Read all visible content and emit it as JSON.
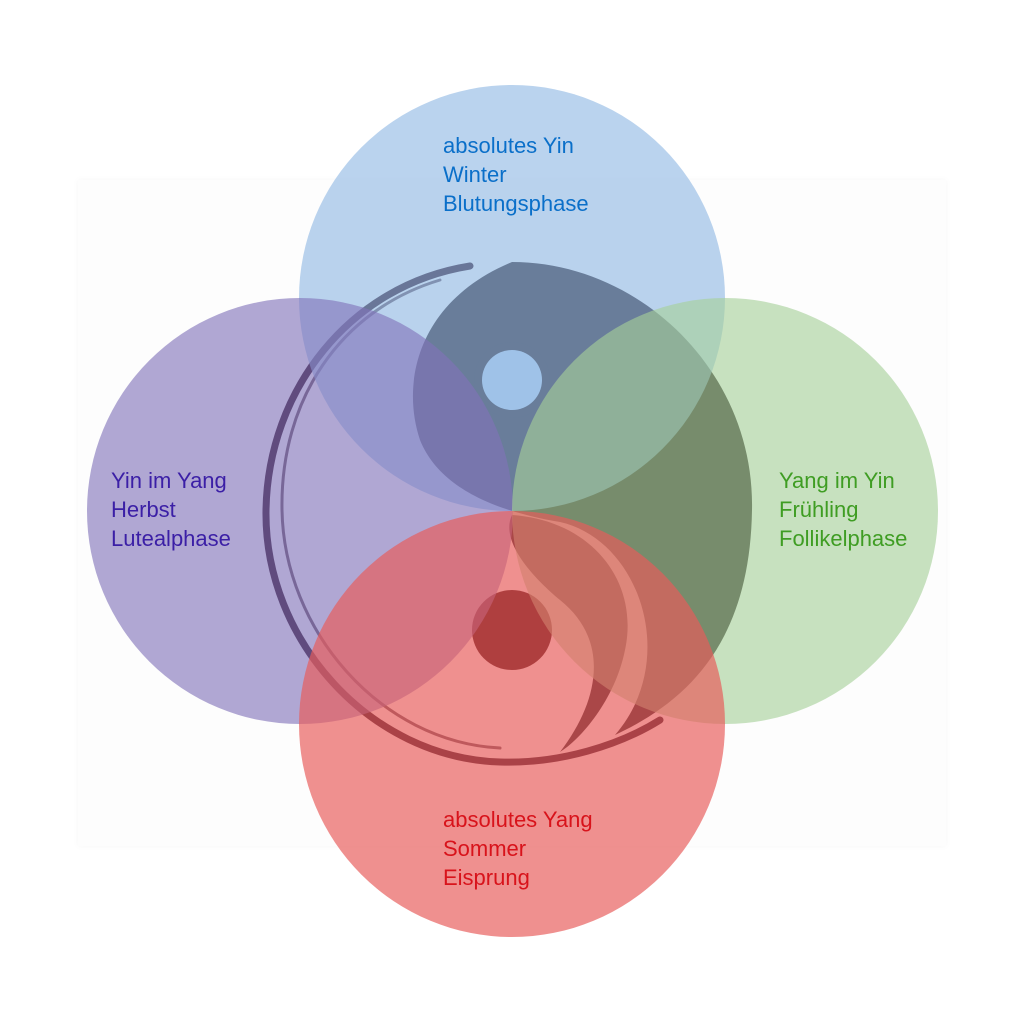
{
  "colors": {
    "winter": "#0a6fc9",
    "autumn": "#3b1fa6",
    "spring": "#3f9d23",
    "summer": "#d8131b",
    "winter_fill": "#8fb8e3",
    "autumn_fill": "#8172b9",
    "spring_fill": "#a7d099",
    "summer_fill": "#e85c5a",
    "brush": "#2a0d1f"
  },
  "icons": {
    "center": "yin-yang-brush-icon"
  },
  "circles": {
    "top": {
      "line1": "absolutes Yin",
      "line2": "Winter",
      "line3": "Blutungsphase"
    },
    "left": {
      "line1": "Yin im Yang",
      "line2": "Herbst",
      "line3": "Lutealphase"
    },
    "right": {
      "line1": "Yang im Yin",
      "line2": "Frühling",
      "line3": "Follikelphase"
    },
    "bottom": {
      "line1": "absolutes Yang",
      "line2": "Sommer",
      "line3": "Eisprung"
    }
  }
}
